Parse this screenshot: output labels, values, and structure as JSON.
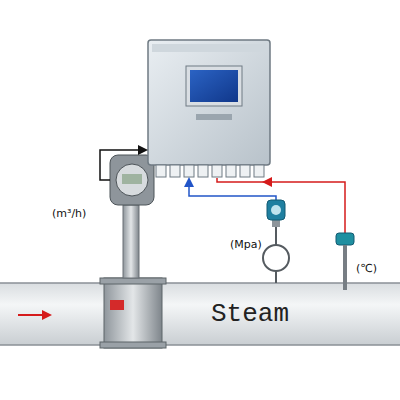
{
  "diagram": {
    "nodes": [
      {
        "text": [
          "Steam"
        ]
      }
    ],
    "labels": [
      "(m³/h)",
      "(Mpa)",
      "(℃)"
    ]
  }
}
